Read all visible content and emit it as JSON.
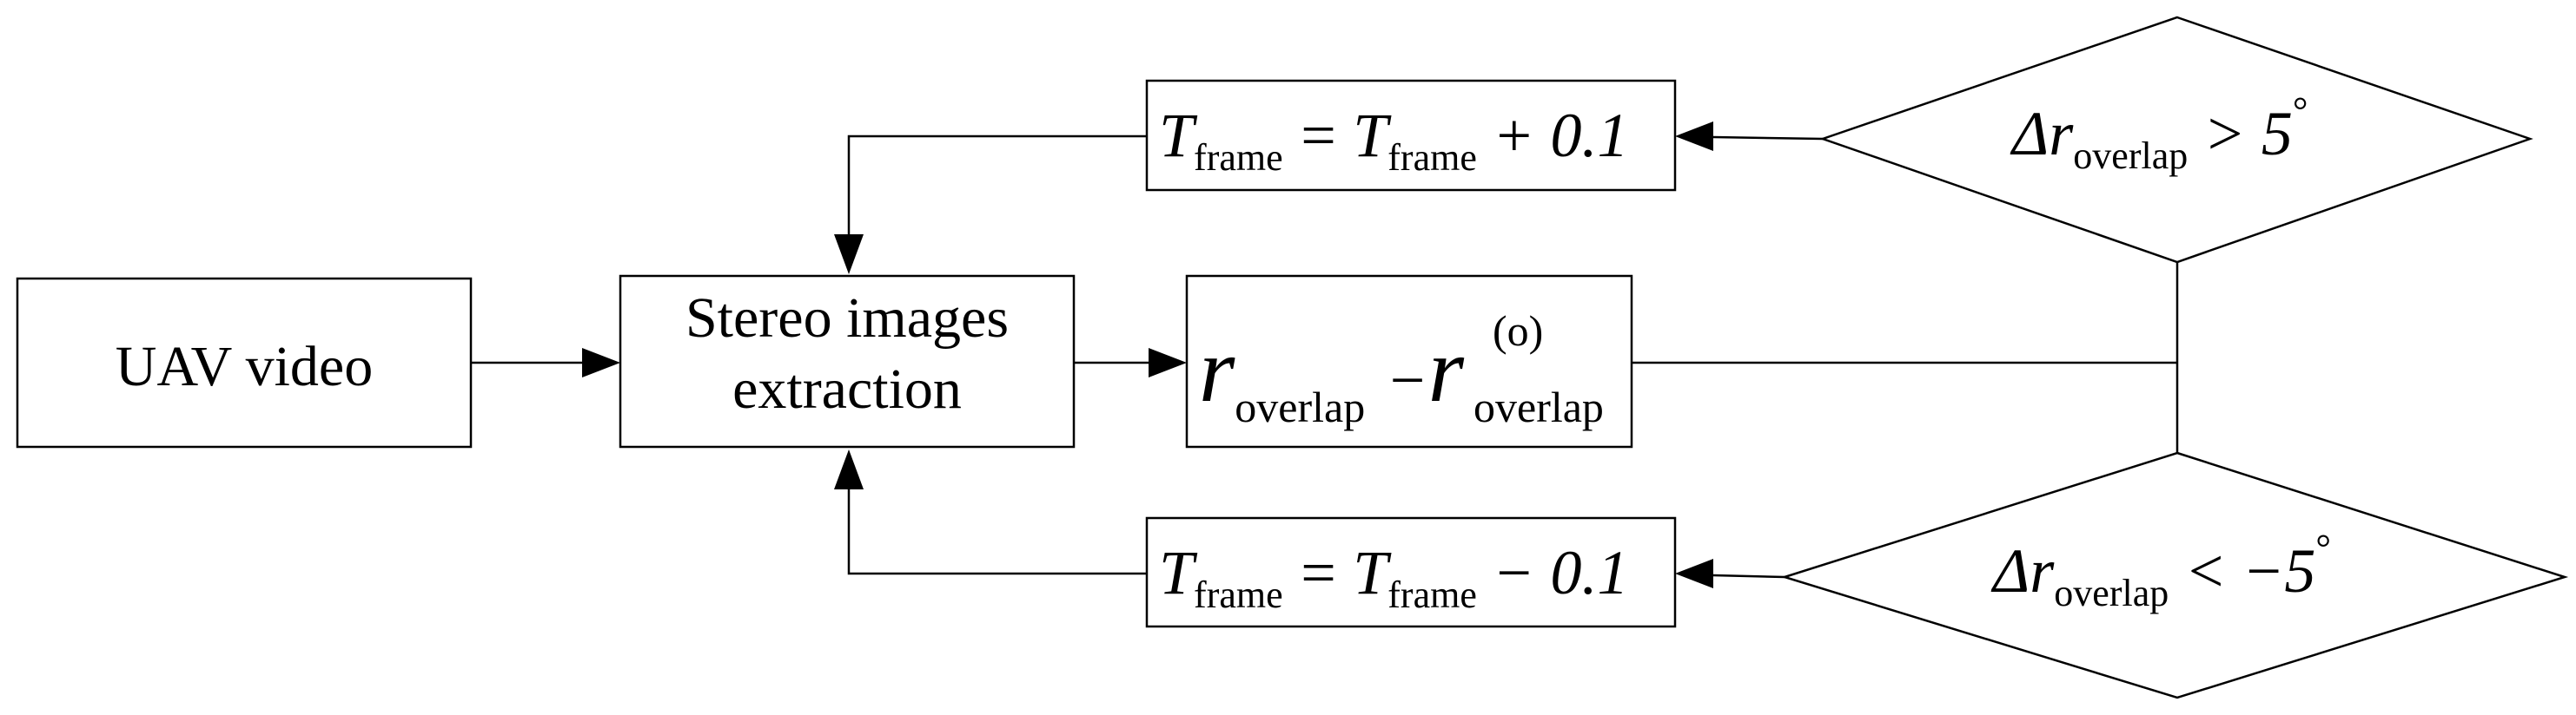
{
  "nodes": {
    "uav_video": {
      "label": "UAV video"
    },
    "extraction": {
      "line1": "Stereo images",
      "line2": "extraction"
    },
    "difference": {
      "var": "r",
      "sub": "overlap",
      "minus": "−",
      "sup": "(o)"
    },
    "inc_frame": {
      "lhs_var": "T",
      "lhs_sub": "frame",
      "eq": "=",
      "rhs_var": "T",
      "rhs_sub": "frame",
      "op_value": "+ 0.1"
    },
    "dec_frame": {
      "lhs_var": "T",
      "lhs_sub": "frame",
      "eq": "=",
      "rhs_var": "T",
      "rhs_sub": "frame",
      "op_value": "− 0.1"
    },
    "cond_greater": {
      "delta": "Δ",
      "var": "r",
      "sub": "overlap",
      "relation": "> 5",
      "degree": "°"
    },
    "cond_less": {
      "delta": "Δ",
      "var": "r",
      "sub": "overlap",
      "relation": "< −5",
      "degree": "°"
    }
  },
  "colors": {
    "stroke": "#000000",
    "fill": "#ffffff"
  }
}
